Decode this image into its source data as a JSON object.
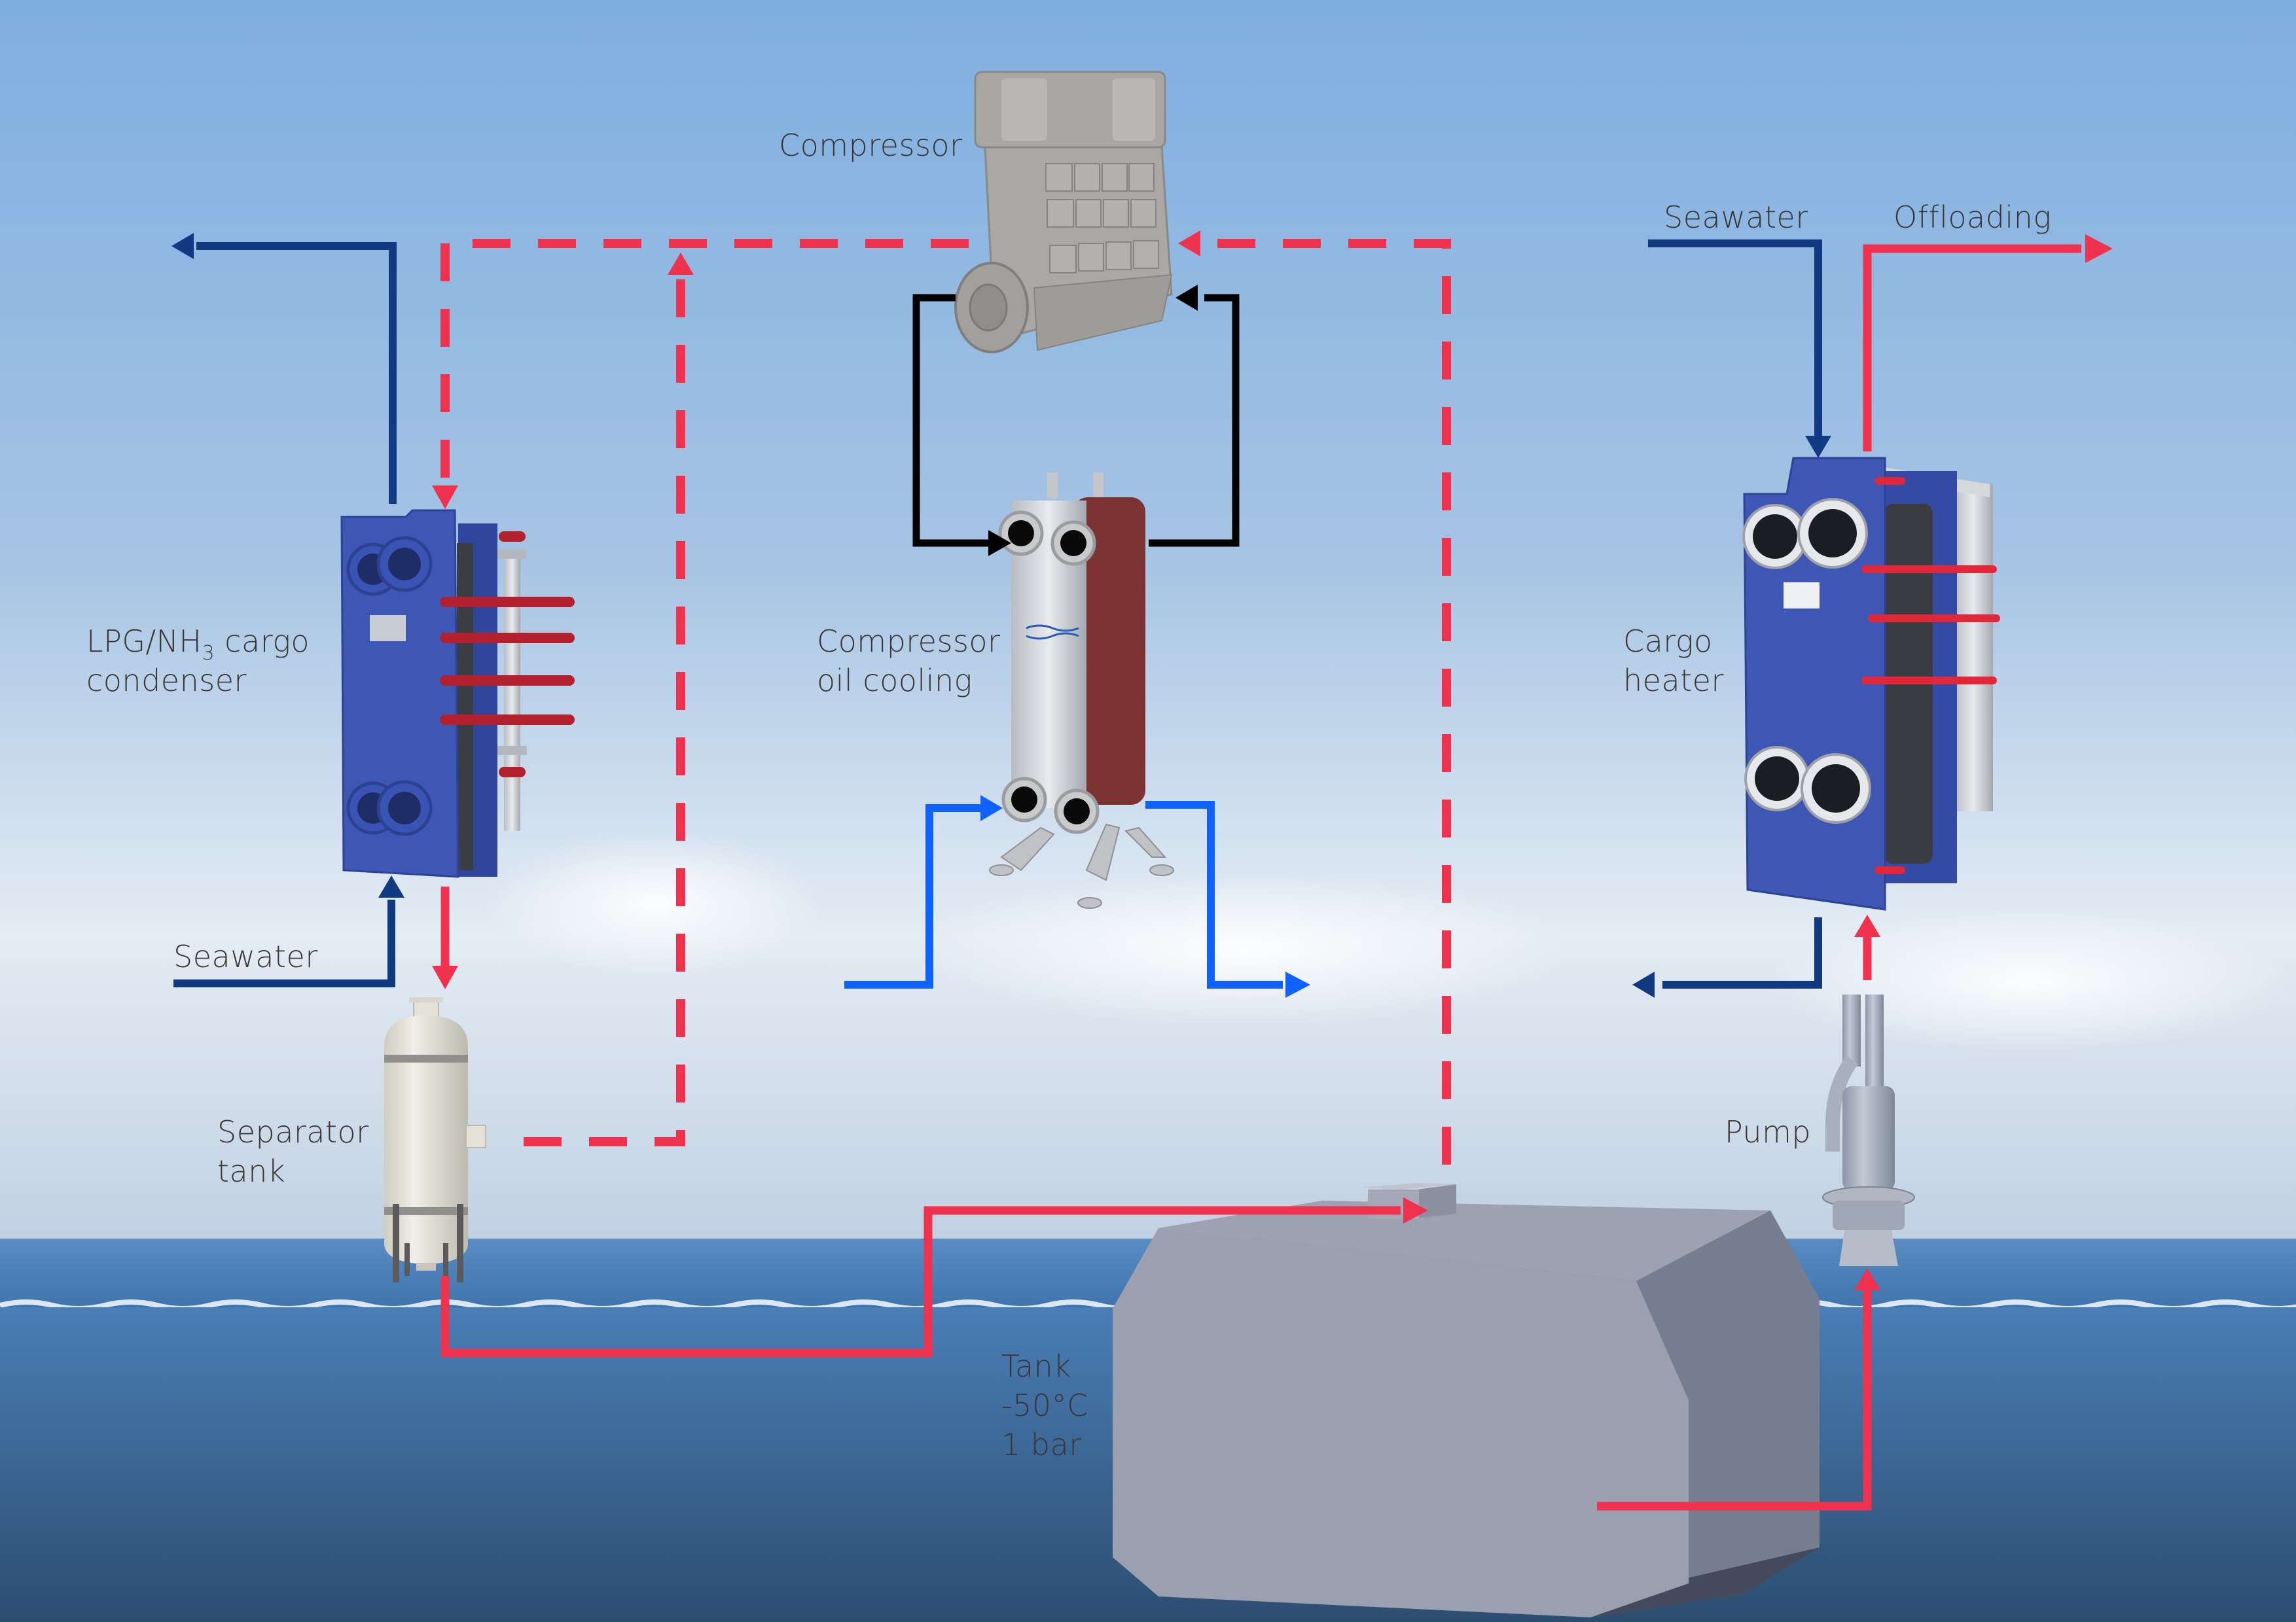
{
  "diagram": {
    "type": "process-flow",
    "subject": "LPG/NH3 cargo reliquefaction and handling system"
  },
  "colors": {
    "cargo_flow": "#f0324f",
    "seawater_flow": "#123a82",
    "cooling_water_flow": "#0f62fe",
    "oil_flow": "#000000",
    "label_text": "#3a3634",
    "sky_top": "#7eaee0",
    "sky_bottom": "#e4ecf4",
    "sea_surface": "#4a7eb6",
    "sea_deep": "#2c4d70",
    "phe_blue": "#3b54b0",
    "bphe_copper": "#7a3330",
    "compressor_grey": "#a9a8a4",
    "tank_grey": "#9aa0b0"
  },
  "labels": {
    "compressor": "Compressor",
    "condenser_line1_prefix": "LPG/NH",
    "condenser_subscript": "3",
    "condenser_line1_suffix": " cargo",
    "condenser_line2": "condenser",
    "oil_cooling_line1": "Compressor",
    "oil_cooling_line2": "oil cooling",
    "cargo_heater_line1": "Cargo",
    "cargo_heater_line2": "heater",
    "seawater_left": "Seawater",
    "seawater_right": "Seawater",
    "offloading": "Offloading",
    "separator_line1": "Separator",
    "separator_line2": "tank",
    "pump": "Pump",
    "tank_line1": "Tank",
    "tank_line2": "-50°C",
    "tank_line3": "1 bar"
  },
  "equipment": [
    {
      "id": "compressor",
      "name": "Compressor",
      "kind": "reciprocating-compressor-icon"
    },
    {
      "id": "condenser",
      "name": "LPG/NH3 cargo condenser",
      "kind": "gasketed-plate-heat-exchanger-icon"
    },
    {
      "id": "oil-cooler",
      "name": "Compressor oil cooling",
      "kind": "brazed-plate-heat-exchanger-icon"
    },
    {
      "id": "cargo-heater",
      "name": "Cargo heater",
      "kind": "gasketed-plate-heat-exchanger-icon"
    },
    {
      "id": "separator",
      "name": "Separator tank",
      "kind": "vertical-vessel-icon"
    },
    {
      "id": "pump",
      "name": "Pump",
      "kind": "submerged-pump-icon"
    },
    {
      "id": "tank",
      "name": "Tank",
      "kind": "cargo-tank-icon",
      "temperature": "-50°C",
      "pressure": "1 bar"
    }
  ],
  "flows": [
    {
      "id": "vapour-tank-to-compressor",
      "style": "dashed",
      "color": "cargo_flow",
      "from": "tank",
      "to": "compressor"
    },
    {
      "id": "compressor-to-condenser",
      "style": "dashed",
      "color": "cargo_flow",
      "from": "compressor",
      "to": "condenser"
    },
    {
      "id": "separator-vapour-to-compressor",
      "style": "dashed",
      "color": "cargo_flow",
      "from": "separator",
      "to": "compressor"
    },
    {
      "id": "condenser-to-separator",
      "style": "solid",
      "color": "cargo_flow",
      "from": "condenser",
      "to": "separator"
    },
    {
      "id": "separator-liquid-to-tank",
      "style": "solid",
      "color": "cargo_flow",
      "from": "separator",
      "to": "tank"
    },
    {
      "id": "tank-to-pump",
      "style": "solid",
      "color": "cargo_flow",
      "from": "tank",
      "to": "pump"
    },
    {
      "id": "pump-to-heater",
      "style": "solid",
      "color": "cargo_flow",
      "from": "pump",
      "to": "cargo-heater"
    },
    {
      "id": "heater-to-offloading",
      "style": "solid",
      "color": "cargo_flow",
      "from": "cargo-heater",
      "to": "offloading"
    },
    {
      "id": "seawater-in-condenser",
      "style": "solid",
      "color": "seawater_flow",
      "from": "seawater",
      "to": "condenser"
    },
    {
      "id": "seawater-out-condenser",
      "style": "solid",
      "color": "seawater_flow",
      "from": "condenser",
      "to": "overboard"
    },
    {
      "id": "seawater-in-heater",
      "style": "solid",
      "color": "seawater_flow",
      "from": "seawater",
      "to": "cargo-heater"
    },
    {
      "id": "seawater-out-heater",
      "style": "solid",
      "color": "seawater_flow",
      "from": "cargo-heater",
      "to": "overboard"
    },
    {
      "id": "oil-out-compressor",
      "style": "solid",
      "color": "oil_flow",
      "from": "compressor",
      "to": "oil-cooler"
    },
    {
      "id": "oil-return-compressor",
      "style": "solid",
      "color": "oil_flow",
      "from": "oil-cooler",
      "to": "compressor"
    },
    {
      "id": "cooling-water-in",
      "style": "solid",
      "color": "cooling_water_flow",
      "from": "cooling-water",
      "to": "oil-cooler"
    },
    {
      "id": "cooling-water-out",
      "style": "solid",
      "color": "cooling_water_flow",
      "from": "oil-cooler",
      "to": "cooling-water"
    }
  ]
}
